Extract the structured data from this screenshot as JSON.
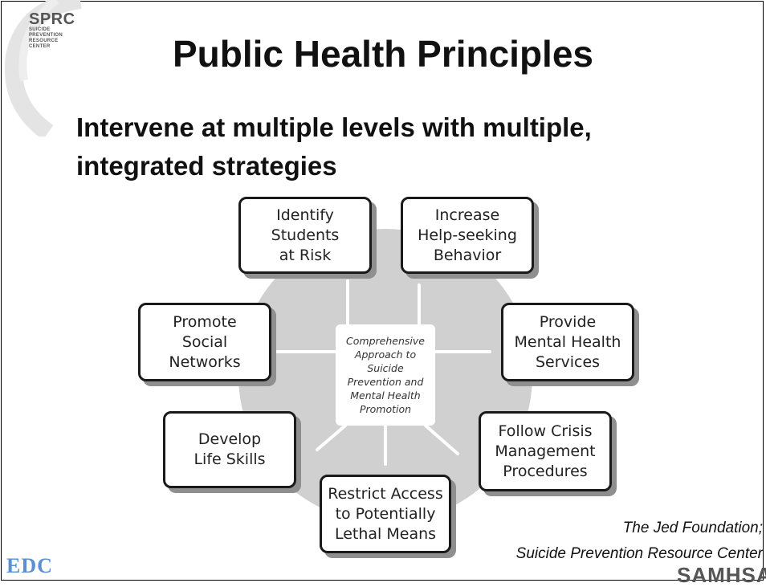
{
  "logo": {
    "name": "SPRC",
    "lines": [
      "SUICIDE",
      "PREVENTION",
      "RESOURCE",
      "CENTER"
    ]
  },
  "title": "Public Health Principles",
  "subtitle": "Intervene at multiple levels with multiple, integrated strategies",
  "diagram": {
    "center": [
      "Comprehensive",
      "Approach to",
      "Suicide",
      "Prevention and",
      "Mental Health",
      "Promotion"
    ],
    "nodes": {
      "identify": [
        "Identify",
        "Students",
        "at Risk"
      ],
      "help_seeking": [
        "Increase",
        "Help-seeking",
        "Behavior"
      ],
      "social": [
        "Promote",
        "Social",
        "Networks"
      ],
      "mental_health": [
        "Provide",
        "Mental Health",
        "Services"
      ],
      "life_skills": [
        "Develop",
        "Life Skills"
      ],
      "crisis": [
        "Follow Crisis",
        "Management",
        "Procedures"
      ],
      "restrict": [
        "Restrict Access",
        "to Potentially",
        "Lethal Means"
      ]
    },
    "colors": {
      "circle": "#d0d0d0",
      "border": "#1a1a1a",
      "shadow": "#8f8f8f"
    }
  },
  "citation": {
    "line1": "The Jed Foundation;",
    "line2": "Suicide Prevention Resource Center"
  },
  "footer": {
    "edc": "EDC",
    "samhsa": "SAMHSA"
  }
}
